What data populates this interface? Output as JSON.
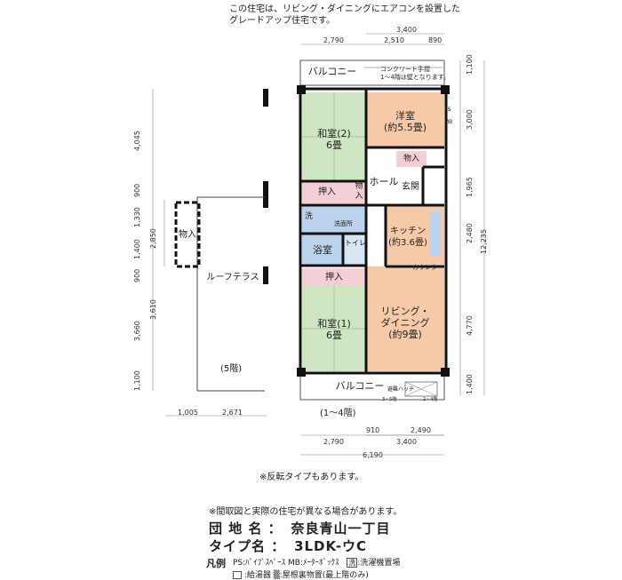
{
  "top_note": [
    "この住宅は、リビング・ダイニングにエアコンを設置した",
    "グレードアップ住宅です。"
  ],
  "rooms": {
    "washitsu2": [
      "和室(2)",
      "6畳"
    ],
    "yoshitsu": [
      "洋室",
      "(約5.5畳)"
    ],
    "monoire_top": "物入",
    "oshiire1": "押入",
    "monoire_small": [
      "物",
      "入"
    ],
    "hall": "ホール",
    "genkan": "玄関",
    "wash": "洗",
    "washroom": "洗面所",
    "bath": "浴室",
    "toilet": "トイレ",
    "kitchen": [
      "キッチン",
      "(約3.6畳)"
    ],
    "counter": "カウンター",
    "oshiire2": "押入",
    "washitsu1": [
      "和室(1)",
      "6畳"
    ],
    "living": [
      "リビング・",
      "ダイニング",
      "(約9畳)"
    ],
    "balcony_top": "バルコニー",
    "balcony_bottom": "バルコニー",
    "concrete_note": [
      "コンクリート手摺",
      "1～4階は壁となります。"
    ],
    "hatch": "避難ハッチ",
    "hatch_sub1": "3・5階",
    "hatch_sub2": "2・4階",
    "roof_terrace": "ルーフテラス",
    "storage_outside": "物入",
    "ps": "PS",
    "mb": "MB"
  },
  "floor_labels": {
    "fifth": "(5階)",
    "first_fourth": "(1～4階)"
  },
  "dimensions": {
    "top_total": "3,400",
    "top_a": "2,790",
    "top_b": "2,510",
    "top_c": "890",
    "bottom_a": "910",
    "bottom_b": "2,490",
    "bottom_c": "2,790",
    "bottom_d": "3,400",
    "bottom_total": "6,190",
    "left_bottom_a": "1,005",
    "left_bottom_b": "2,671",
    "right_1": "1,100",
    "right_2": "3,000",
    "right_3": "1,965",
    "right_4": "2,480",
    "right_5": "4,770",
    "right_6": "1,400",
    "right_total": "12,235",
    "left_1": "4,045",
    "left_2": "900",
    "left_3": "1,330",
    "left_4": "2,850",
    "left_5": "1,400",
    "left_6": "900",
    "left_7": "3,610",
    "left_8": "3,660",
    "left_9": "1,100"
  },
  "reverse_note": "※反転タイプもあります。",
  "disclaimer": "※間取図と実際の住宅が異なる場合があります。",
  "info": {
    "danchi_label": "団 地 名 ：",
    "danchi_value": "奈良青山一丁目",
    "type_label": "タイプ名 ：",
    "type_value": "3LDK-ウC",
    "legend_label": "凡例",
    "legend_line1_a": "PS:ﾊﾟｲﾌﾟｽﾍﾟｰｽ MB:ﾒｰﾀｰﾎﾞｯｸｽ",
    "legend_line1_b": "洗",
    "legend_line1_c": ":洗濯機置場",
    "legend_line2": ":給湯器 ▒:屋根裏物置(最上階のみ)"
  },
  "colors": {
    "washitsu": "#cfe6c2",
    "yoshitsu": "#f6c9a8",
    "living": "#f6c9a8",
    "oshiire": "#f6cfd6",
    "bath": "#bcd3ee",
    "wall": "#111111"
  }
}
